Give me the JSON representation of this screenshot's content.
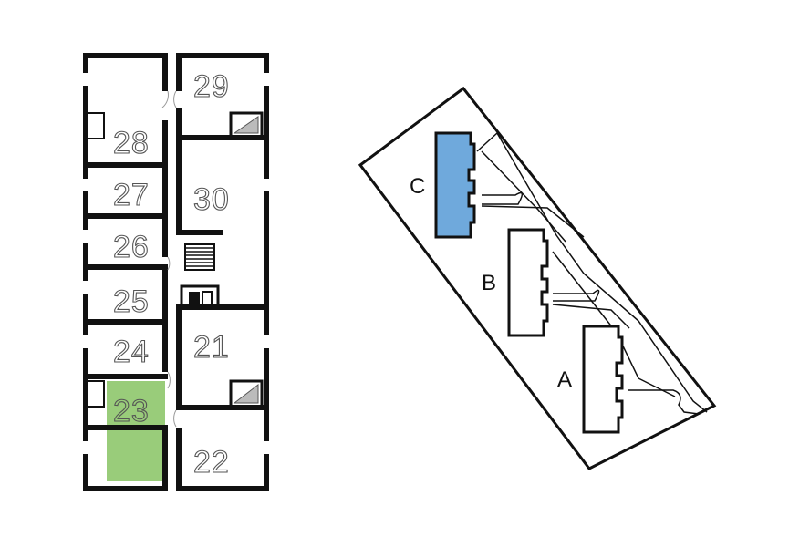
{
  "floor_plan": {
    "rooms": [
      {
        "id": "r28",
        "label": "28",
        "selected": false
      },
      {
        "id": "r29",
        "label": "29",
        "selected": false
      },
      {
        "id": "r27",
        "label": "27",
        "selected": false
      },
      {
        "id": "r30",
        "label": "30",
        "selected": false
      },
      {
        "id": "r26",
        "label": "26",
        "selected": false
      },
      {
        "id": "r25",
        "label": "25",
        "selected": false
      },
      {
        "id": "r24",
        "label": "24",
        "selected": false
      },
      {
        "id": "r21",
        "label": "21",
        "selected": false
      },
      {
        "id": "r23",
        "label": "23",
        "selected": true
      },
      {
        "id": "r22",
        "label": "22",
        "selected": false
      }
    ],
    "selected_color": "#99cc7a"
  },
  "site_plan": {
    "buildings": [
      {
        "id": "C",
        "label": "C",
        "selected": true
      },
      {
        "id": "B",
        "label": "B",
        "selected": false
      },
      {
        "id": "A",
        "label": "A",
        "selected": false
      }
    ],
    "selected_color": "#6fa9dc"
  }
}
